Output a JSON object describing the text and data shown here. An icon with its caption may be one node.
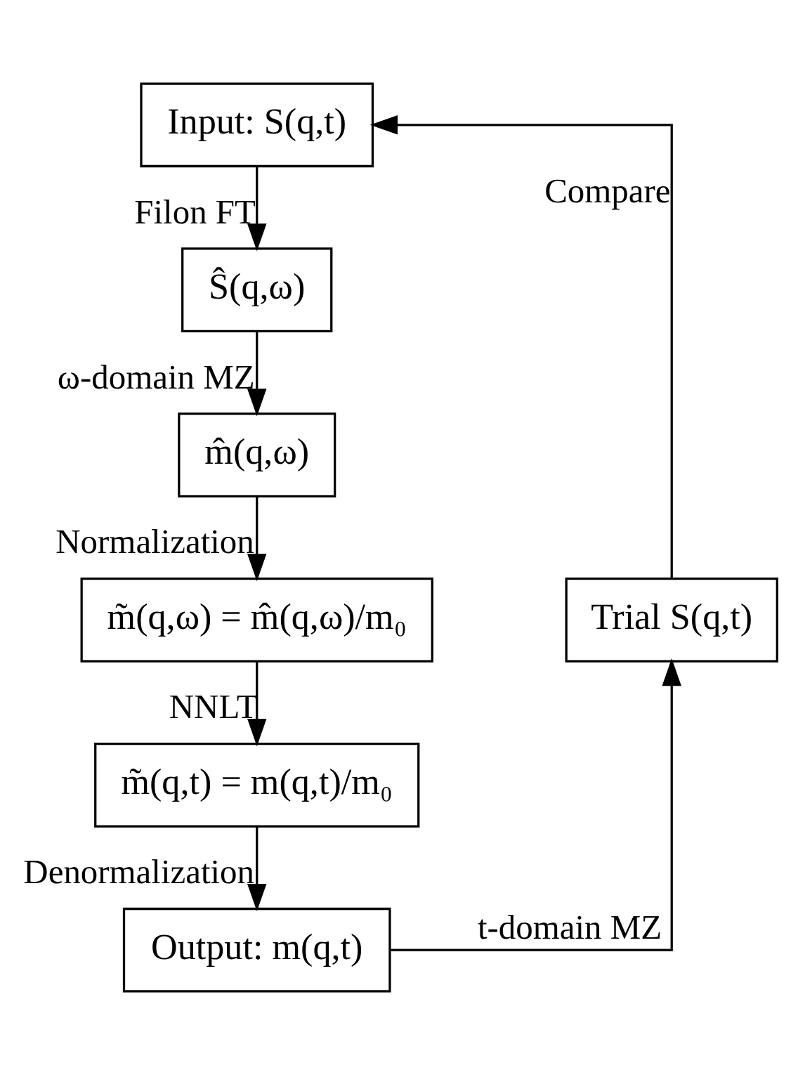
{
  "diagram": {
    "nodes": [
      {
        "text": [
          "Input: S(q,t)"
        ]
      },
      {
        "text": [
          "Ŝ(q,ω)"
        ]
      },
      {
        "text": [
          "m̂(q,ω)"
        ]
      },
      {
        "text": [
          "m̃(q,ω) = m̂(q,ω)/m₀"
        ]
      },
      {
        "text": [
          "m̃(q,t) = m(q,t)/m₀"
        ]
      },
      {
        "text": [
          "Output: m(q,t)"
        ]
      },
      {
        "text": [
          "Trial S(q,t)"
        ]
      }
    ],
    "edges": [
      {
        "from": 0,
        "to": 1,
        "arrow": "to",
        "label": "Filon FT"
      },
      {
        "from": 1,
        "to": 2,
        "arrow": "to",
        "label": "ω-domain MZ"
      },
      {
        "from": 2,
        "to": 3,
        "arrow": "to",
        "label": "Normalization"
      },
      {
        "from": 3,
        "to": 4,
        "arrow": "to",
        "label": "NNLT"
      },
      {
        "from": 4,
        "to": 5,
        "arrow": "to",
        "label": "Denormalization"
      },
      {
        "from": 5,
        "to": 6,
        "arrow": "to",
        "label": "t-domain MZ"
      },
      {
        "from": 6,
        "to": 0,
        "arrow": "to",
        "label": "Compare"
      }
    ]
  }
}
